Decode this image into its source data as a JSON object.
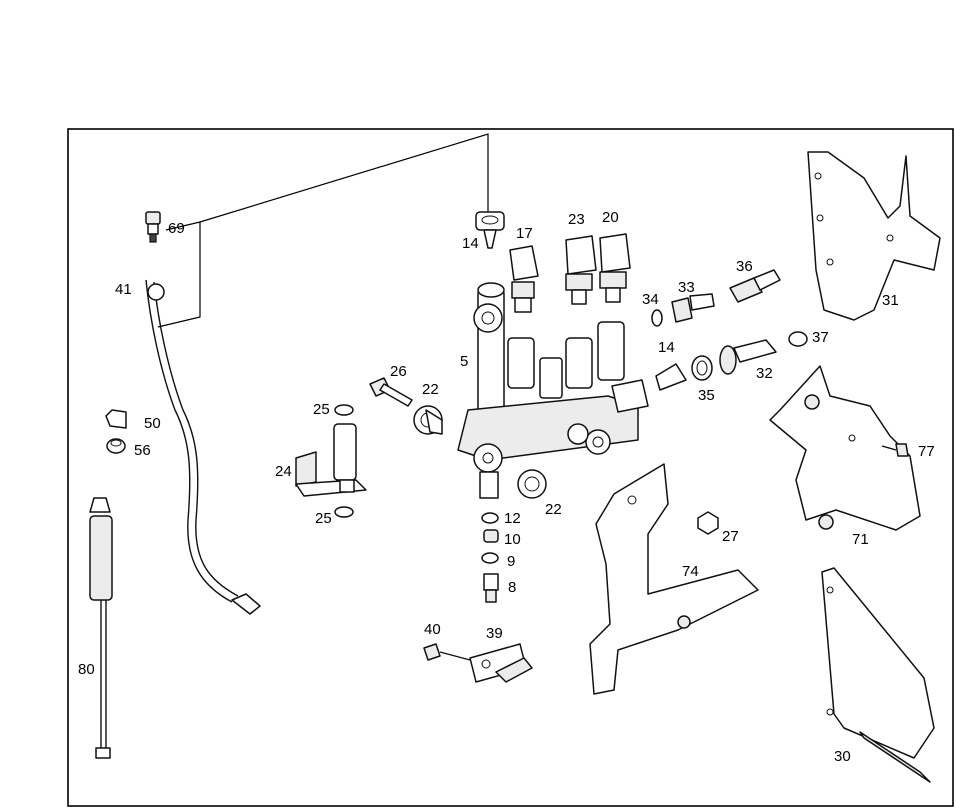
{
  "callouts": [
    {
      "id": "69",
      "text": "69"
    },
    {
      "id": "14a",
      "text": "14"
    },
    {
      "id": "17",
      "text": "17"
    },
    {
      "id": "23",
      "text": "23"
    },
    {
      "id": "20",
      "text": "20"
    },
    {
      "id": "36",
      "text": "36"
    },
    {
      "id": "41",
      "text": "41"
    },
    {
      "id": "34",
      "text": "34"
    },
    {
      "id": "33",
      "text": "33"
    },
    {
      "id": "31",
      "text": "31"
    },
    {
      "id": "5",
      "text": "5"
    },
    {
      "id": "14b",
      "text": "14"
    },
    {
      "id": "37",
      "text": "37"
    },
    {
      "id": "32",
      "text": "32"
    },
    {
      "id": "26",
      "text": "26"
    },
    {
      "id": "22a",
      "text": "22"
    },
    {
      "id": "35",
      "text": "35"
    },
    {
      "id": "25a",
      "text": "25"
    },
    {
      "id": "50",
      "text": "50"
    },
    {
      "id": "77",
      "text": "77"
    },
    {
      "id": "56",
      "text": "56"
    },
    {
      "id": "24",
      "text": "24"
    },
    {
      "id": "22b",
      "text": "22"
    },
    {
      "id": "25b",
      "text": "25"
    },
    {
      "id": "12",
      "text": "12"
    },
    {
      "id": "10",
      "text": "10"
    },
    {
      "id": "9",
      "text": "9"
    },
    {
      "id": "27",
      "text": "27"
    },
    {
      "id": "71",
      "text": "71"
    },
    {
      "id": "74",
      "text": "74"
    },
    {
      "id": "8",
      "text": "8"
    },
    {
      "id": "40",
      "text": "40"
    },
    {
      "id": "39",
      "text": "39"
    },
    {
      "id": "80",
      "text": "80"
    },
    {
      "id": "30",
      "text": "30"
    }
  ]
}
